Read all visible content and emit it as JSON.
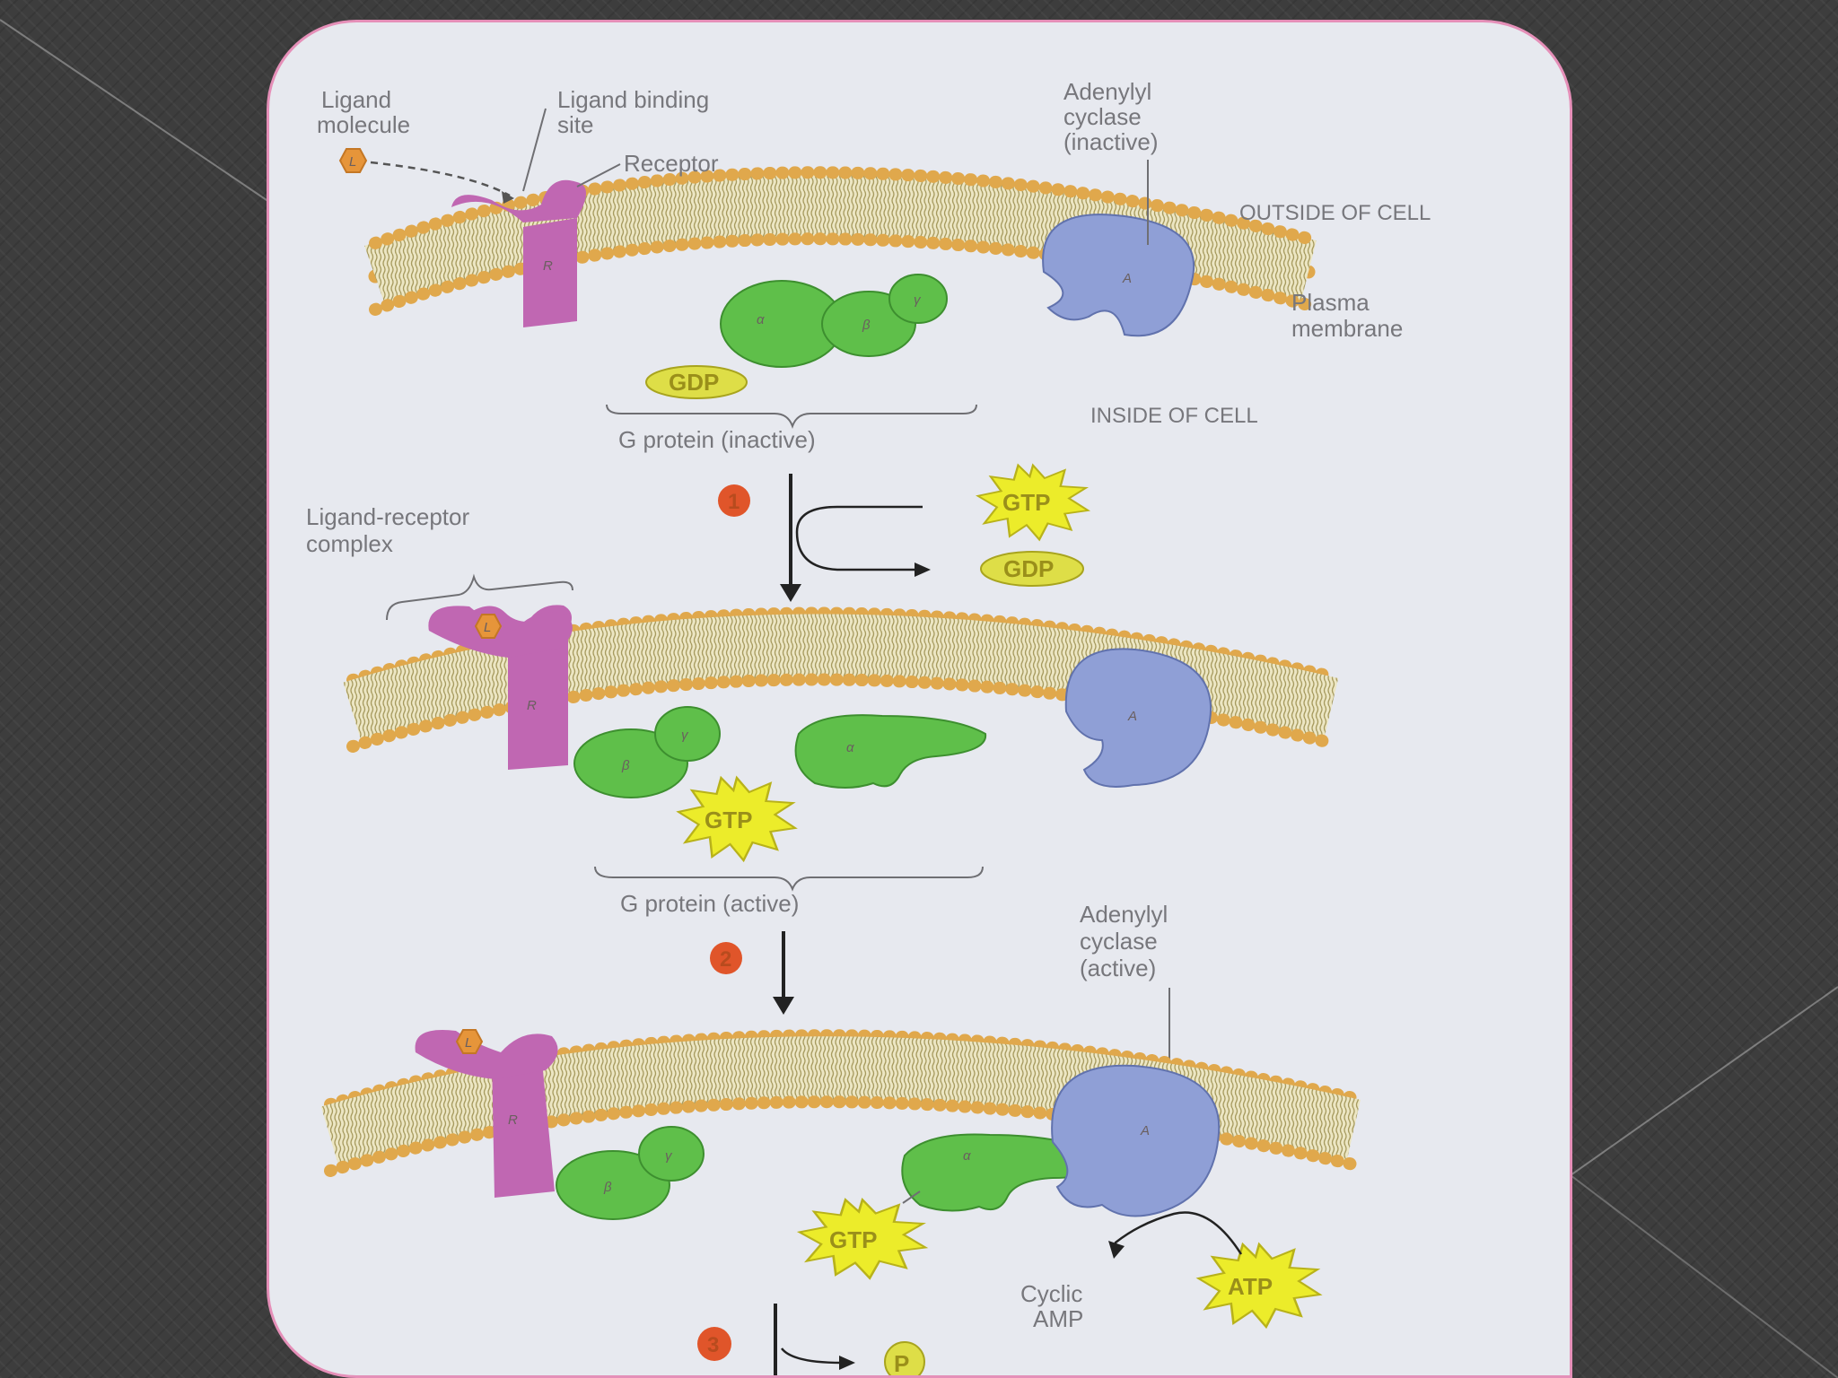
{
  "labels": {
    "ligand_molecule": [
      "Ligand",
      "molecule"
    ],
    "ligand_binding_site": [
      "Ligand binding",
      "site"
    ],
    "receptor": "Receptor",
    "adenylyl_cyclase_inactive": [
      "Adenylyl",
      "cyclase",
      "(inactive)"
    ],
    "outside_of_cell": "OUTSIDE OF CELL",
    "plasma_membrane": [
      "Plasma",
      "membrane"
    ],
    "inside_of_cell": "INSIDE OF CELL",
    "g_protein_inactive": "G protein (inactive)",
    "ligand_receptor_complex": [
      "Ligand-receptor",
      "complex"
    ],
    "g_protein_active": "G protein (active)",
    "adenylyl_cyclase_active": [
      "Adenylyl",
      "cyclase",
      "(active)"
    ],
    "cyclic_amp": [
      "Cyclic",
      "AMP"
    ]
  },
  "molecules": {
    "gdp": "GDP",
    "gtp": "GTP",
    "atp": "ATP",
    "phosphate": "P",
    "ligand": "L",
    "receptor": "R",
    "adenylyl": "A",
    "alpha": "α",
    "beta": "β",
    "gamma": "γ"
  },
  "steps": [
    "1",
    "2",
    "3"
  ],
  "colors": {
    "receptor": "#c067b2",
    "g_protein": "#5fbf4a",
    "adenylyl_cyclase": "#8f9fd6",
    "lipid_head": "#e0a84c",
    "gtp_star": "#ecec2a",
    "gdp_oval": "#dede47",
    "step_badge": "#e0552a",
    "ligand": "#e6953a",
    "card_border": "#e58fb8"
  }
}
